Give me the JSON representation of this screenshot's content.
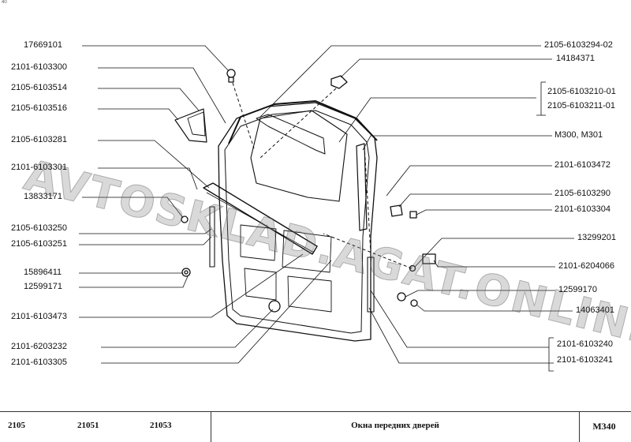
{
  "page_number": "40",
  "labels_left": [
    "17669101",
    "2101-6103300",
    "2105-6103514",
    "2105-6103516",
    "2105-6103281",
    "2101-6103301",
    "13833171",
    "2105-6103250",
    "2105-6103251",
    "15896411",
    "12599171",
    "2101-6103473",
    "2101-6203232",
    "2101-6103305"
  ],
  "labels_right": [
    "2105-6103294-02",
    "14184371",
    "2105-6103210-01",
    "2105-6103211-01",
    "M300, M301",
    "2101-6103472",
    "2105-6103290",
    "2101-6103304",
    "13299201",
    "2101-6204066",
    "12599170",
    "14063401",
    "2101-6103240",
    "2101-6103241"
  ],
  "footer": {
    "models": [
      "2105",
      "21051",
      "21053"
    ],
    "title": "Окна передних дверей",
    "code": "M340"
  },
  "watermark": "AVTOSKLAD.AGAT.ONLINE"
}
